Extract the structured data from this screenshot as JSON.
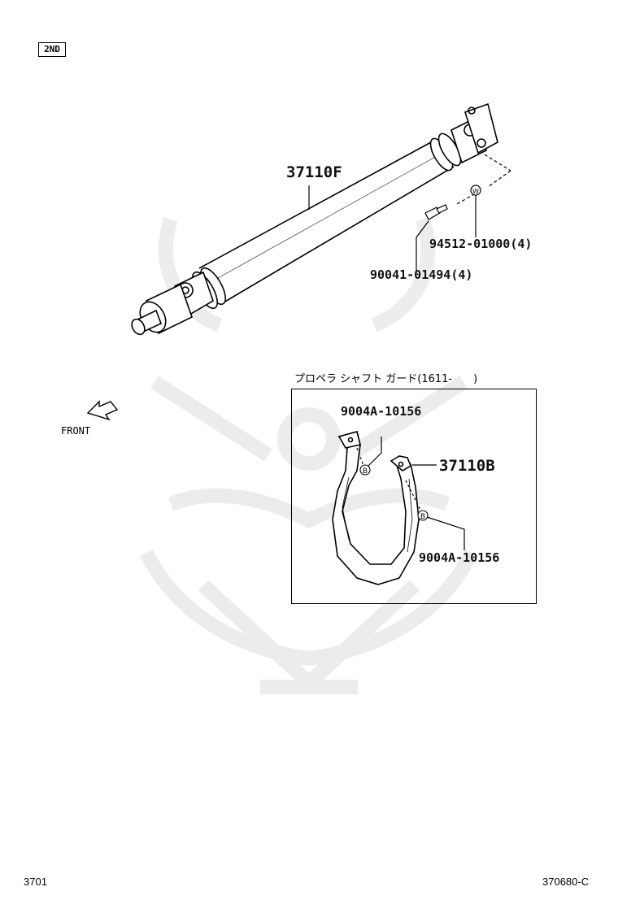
{
  "badge": "2ND",
  "parts": {
    "shaft": "37110F",
    "washer": "94512-01000(4)",
    "bolt": "90041-01494(4)",
    "guard": "37110B",
    "bolt_a": "9004A-10156",
    "bolt_b": "9004A-10156"
  },
  "direction_label": "FRONT",
  "inset_caption": "プロペラ シャフト ガード(1611-　　)",
  "callout_marks": {
    "washer": "W",
    "bolt_a": "B",
    "bolt_b": "B"
  },
  "footer": {
    "left": "3701",
    "right": "370680-C"
  }
}
